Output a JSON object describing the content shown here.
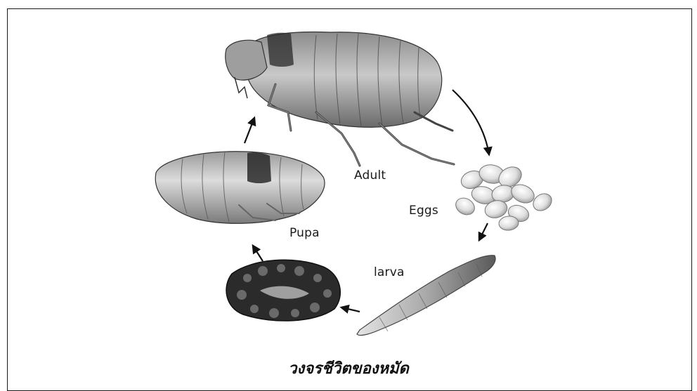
{
  "diagram": {
    "stages": {
      "adult": "Adult",
      "eggs": "Eggs",
      "larva": "larva",
      "pupa": "Pupa"
    },
    "caption": "วงจรชีวิตของหมัด"
  }
}
